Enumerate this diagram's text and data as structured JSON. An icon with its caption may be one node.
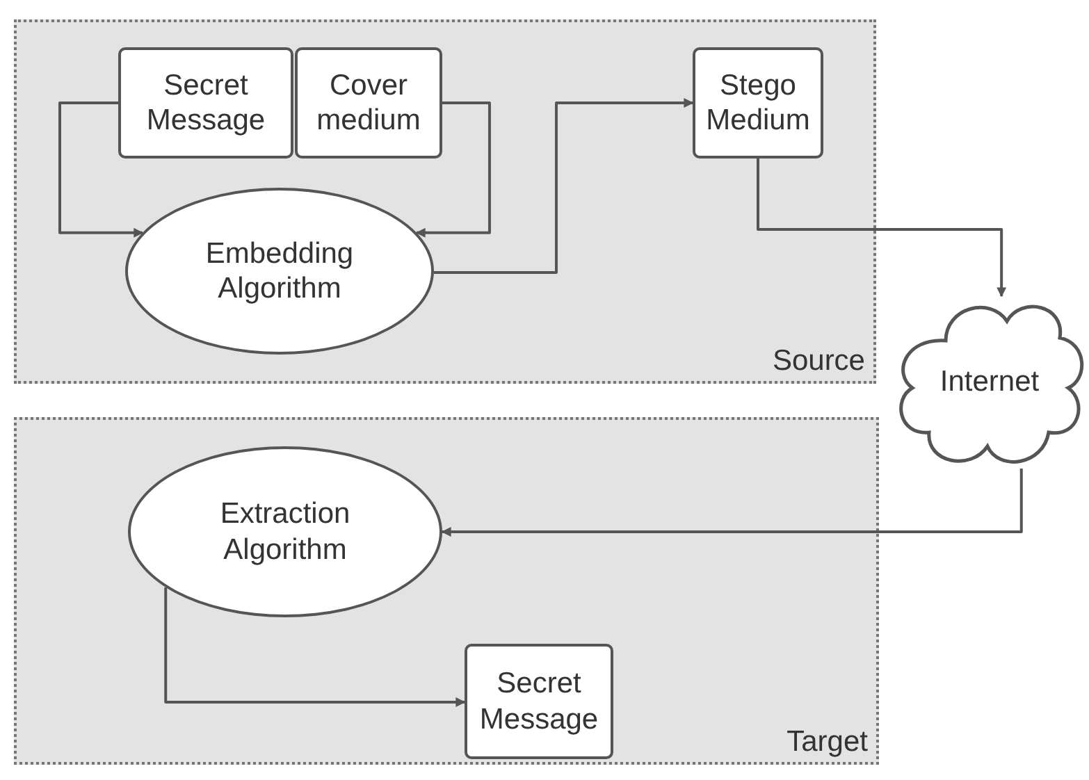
{
  "diagram": {
    "nodes": [
      {
        "text": [
          "Source"
        ]
      },
      {
        "text": [
          "Secret Message"
        ],
        "in": 0
      },
      {
        "text": [
          "Cover medium"
        ],
        "in": 0
      },
      {
        "text": [
          "Embedding Algorithm"
        ],
        "in": 0
      },
      {
        "text": [
          "Stego Medium"
        ],
        "in": 0
      },
      {
        "text": [
          "Internet"
        ]
      },
      {
        "text": [
          "Target"
        ]
      },
      {
        "text": [
          "Extraction Algorithm"
        ],
        "in": 6
      },
      {
        "text": [
          "Secret Message"
        ],
        "in": 6
      }
    ],
    "edges": [
      {
        "from": 1,
        "to": 3,
        "arrow": "to"
      },
      {
        "from": 2,
        "to": 3,
        "arrow": "to"
      },
      {
        "from": 3,
        "to": 4,
        "arrow": "to"
      },
      {
        "from": 4,
        "to": 5,
        "arrow": "to"
      },
      {
        "from": 5,
        "to": 7,
        "arrow": "to"
      },
      {
        "from": 7,
        "to": 8,
        "arrow": "to"
      }
    ]
  }
}
